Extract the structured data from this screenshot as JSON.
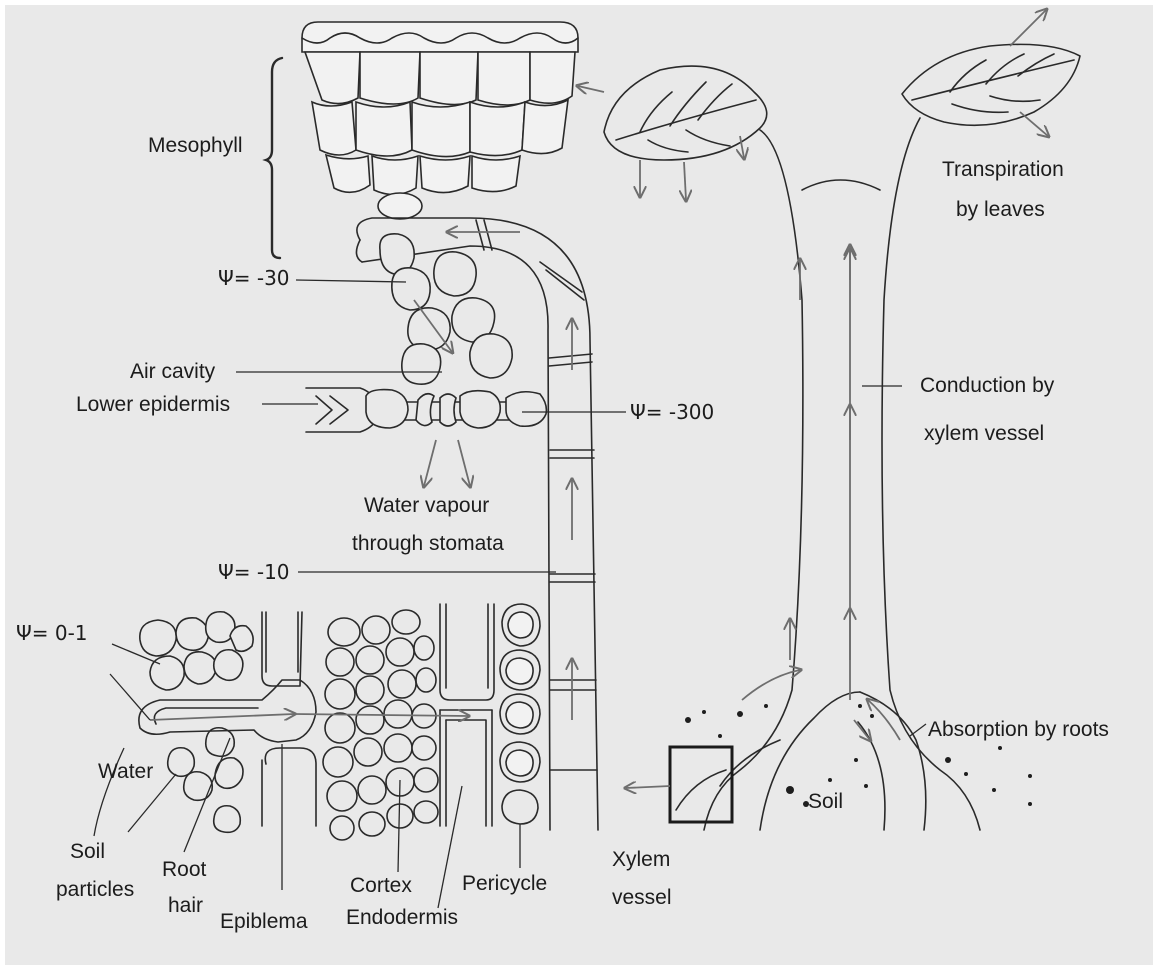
{
  "labels": {
    "mesophyll": "Mesophyll",
    "psi_minus_30": "Ψ= -30",
    "air_cavity": "Air cavity",
    "lower_epidermis": "Lower epidermis",
    "psi_minus_300": "Ψ= -300",
    "water_vapour_line1": "Water vapour",
    "water_vapour_line2": "through stomata",
    "psi_minus_10": "Ψ= -10",
    "psi_0_1": "Ψ= 0-1",
    "water": "Water",
    "soil_particles_line1": "Soil",
    "soil_particles_line2": "particles",
    "root_hair_line1": "Root",
    "root_hair_line2": "hair",
    "epiblema": "Epiblema",
    "cortex": "Cortex",
    "endodermis": "Endodermis",
    "pericycle": "Pericycle",
    "xylem_vessel_line1": "Xylem",
    "xylem_vessel_line2": "vessel",
    "transpiration_line1": "Transpiration",
    "transpiration_line2": "by leaves",
    "conduction_line1": "Conduction by",
    "conduction_line2": "xylem vessel",
    "absorption": "Absorption by roots",
    "soil": "Soil"
  },
  "colors": {
    "background": "#e9e9e9",
    "line": "#2a2a2a",
    "arrow": "#6e6e6e"
  }
}
